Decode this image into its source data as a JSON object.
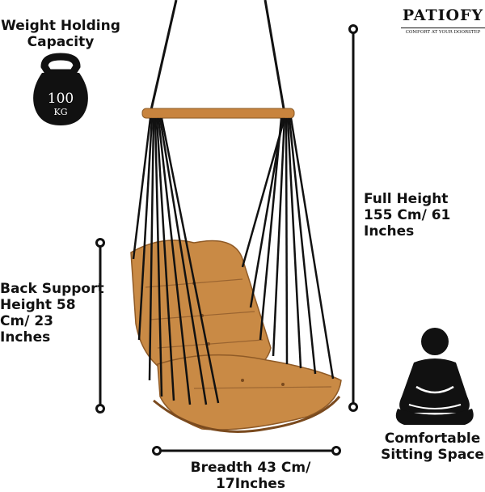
{
  "brand": {
    "name": "PATIOFY",
    "tagline": "COMFORT AT YOUR DOORSTEP"
  },
  "weight": {
    "title": "Weight Holding Capacity",
    "value": "100",
    "unit": "KG"
  },
  "dimensions": {
    "back_support": "Back Support Height 58 Cm/ 23 Inches",
    "full_height": "Full Height 155 Cm/ 61 Inches",
    "breadth": "Breadth 43 Cm/ 17Inches"
  },
  "comfort": {
    "label": "Comfortable Sitting Space"
  },
  "colors": {
    "cushion": "#c98a45",
    "bar": "#c8843e",
    "rope": "#111111"
  },
  "icons": [
    "kettlebell-icon",
    "meditation-person-icon"
  ]
}
